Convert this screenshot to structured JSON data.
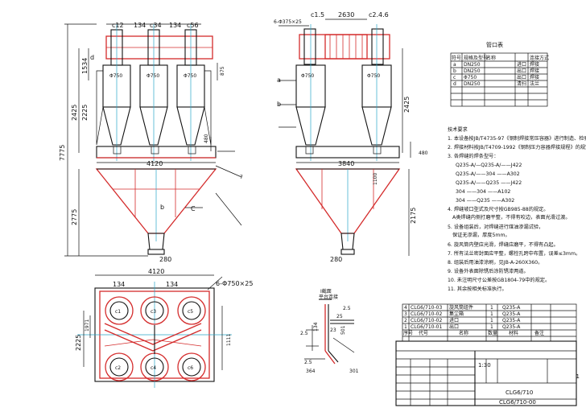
{
  "front_view": {
    "top_dims": [
      "c12",
      "134",
      "c34",
      "134",
      "c56"
    ],
    "dia_labels": [
      "Φ750",
      "Φ750",
      "Φ750"
    ],
    "left_dims": [
      "7775",
      "1534",
      "2425",
      "2225",
      "2775"
    ],
    "right_dims": [
      "875",
      "480"
    ],
    "mid_dim": "4120",
    "bottom_dim": "280",
    "letters": [
      "d",
      "b",
      "C",
      "7"
    ]
  },
  "side_view": {
    "top_dims": [
      "6-Φ375×25",
      "c1.5",
      "2630",
      "c2.4.6"
    ],
    "dia_labels": [
      "Φ750",
      "Φ750"
    ],
    "right_dims": [
      "2425",
      "480",
      "1100",
      "2175"
    ],
    "mid_dim": "3840",
    "bottom_dim": "280",
    "side_letters": [
      "a",
      "b"
    ]
  },
  "plan_view": {
    "top_dims": [
      "134",
      "4120",
      "134"
    ],
    "note_dim": "6-Φ750×25",
    "left_dims": [
      "2225",
      "1971"
    ],
    "right_dim": "1111",
    "circles_top": [
      "c1",
      "c3",
      "c5"
    ],
    "circles_bot": [
      "c2",
      "c4",
      "c6"
    ]
  },
  "detail": {
    "title": "I截面",
    "sub": "平台连接",
    "dims": [
      "2.5",
      "25",
      "134",
      "23",
      "501",
      "2.5",
      "2.5",
      "364",
      "301"
    ]
  },
  "legend_table": {
    "title": "管口表",
    "headers": [
      "符号",
      "规格及型号",
      "名称",
      "连接方式"
    ],
    "rows": [
      [
        "a",
        "DN250",
        "进口",
        "焊接"
      ],
      [
        "b",
        "DN250",
        "出口",
        "焊接"
      ],
      [
        "c",
        "Φ750",
        "出口",
        "焊接"
      ],
      [
        "d",
        "DN250",
        "清扫",
        "法兰"
      ]
    ]
  },
  "notes": {
    "heading": "技术要求",
    "lines": [
      "1. 本设备按JB/T4735-97《钢制焊接常压容器》进行制造、检验和验收。",
      "2. 焊接材料按JB/T4709-1992《钢制压力容器焊接规程》的规定。",
      "3. 各焊缝的焊条型号：",
      "Q235-A/—Q235-A/——J422",
      "Q235-A/——304 ——A302",
      "Q235-A/——Q235 ——J422",
      "304 ——304 ——A102",
      "304 ——Q235 ——A302",
      "4. 焊缝坡口型式及尺寸按GB985-88的规定。",
      "A类焊缝内侧打磨平整，不得有咬边，表面光滑过渡。",
      "5. 设备组装后，对焊缝进行煤油渗漏试验，",
      "保证无渗漏，厚度5mm。",
      "6. 旋风筒内壁应光滑，焊缝应磨平，不得有凸起。",
      "7. 所有法兰密封面应平整，螺栓孔跨中布置，误差≤3mm。",
      "8. 组装后用油漆涂刷，见JB-A-260X360。",
      "9. 设备外表面除锈后涂防锈漆两道。",
      "10. 未注明尺寸公差按GB1804-79中的规定。",
      "11. 其余按相关标准执行。"
    ]
  },
  "parts_list": {
    "rows": [
      [
        "4",
        "CLG6/710-03",
        "旋风筒组件",
        "1",
        "Q235-A",
        ""
      ],
      [
        "3",
        "CLG6/710-02",
        "集尘箱",
        "1",
        "Q235-A",
        ""
      ],
      [
        "2",
        "CLG6/710-02",
        "进口",
        "1",
        "Q235-A",
        ""
      ],
      [
        "1",
        "CLG6/710-01",
        "出口",
        "1",
        "Q235-A",
        ""
      ]
    ],
    "header": [
      "序号",
      "代号",
      "名称",
      "数量",
      "材料",
      "备注"
    ]
  },
  "title_block": {
    "scale": "1:30",
    "drawing_name": "CLG6/710",
    "drawing_no": "CLG6/710-00",
    "sheet_code": "1"
  }
}
